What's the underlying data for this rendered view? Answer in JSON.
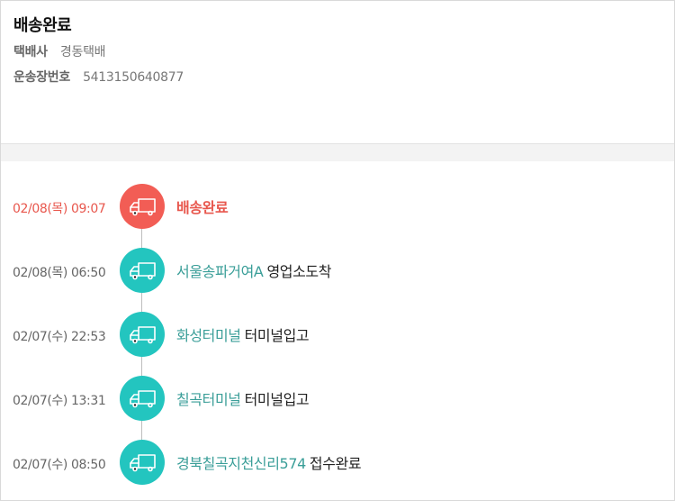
{
  "header": {
    "status_title": "배송완료",
    "courier_label": "택배사",
    "courier_value": "경동택배",
    "tracking_label": "운송장번호",
    "tracking_value": "5413150640877"
  },
  "colors": {
    "current": "#f25d55",
    "past": "#23c5bf",
    "location_text": "#3a9e98"
  },
  "events": [
    {
      "time": "02/08(목) 09:07",
      "location": "배송완료",
      "status": "",
      "icon": "truck-icon",
      "current": true
    },
    {
      "time": "02/08(목) 06:50",
      "location": "서울송파거여A",
      "status": "영업소도착",
      "icon": "truck-icon",
      "current": false
    },
    {
      "time": "02/07(수) 22:53",
      "location": "화성터미널",
      "status": "터미널입고",
      "icon": "truck-icon",
      "current": false
    },
    {
      "time": "02/07(수) 13:31",
      "location": "칠곡터미널",
      "status": "터미널입고",
      "icon": "truck-icon",
      "current": false
    },
    {
      "time": "02/07(수) 08:50",
      "location": "경북칠곡지천신리574",
      "status": "접수완료",
      "icon": "truck-icon",
      "current": false
    }
  ]
}
